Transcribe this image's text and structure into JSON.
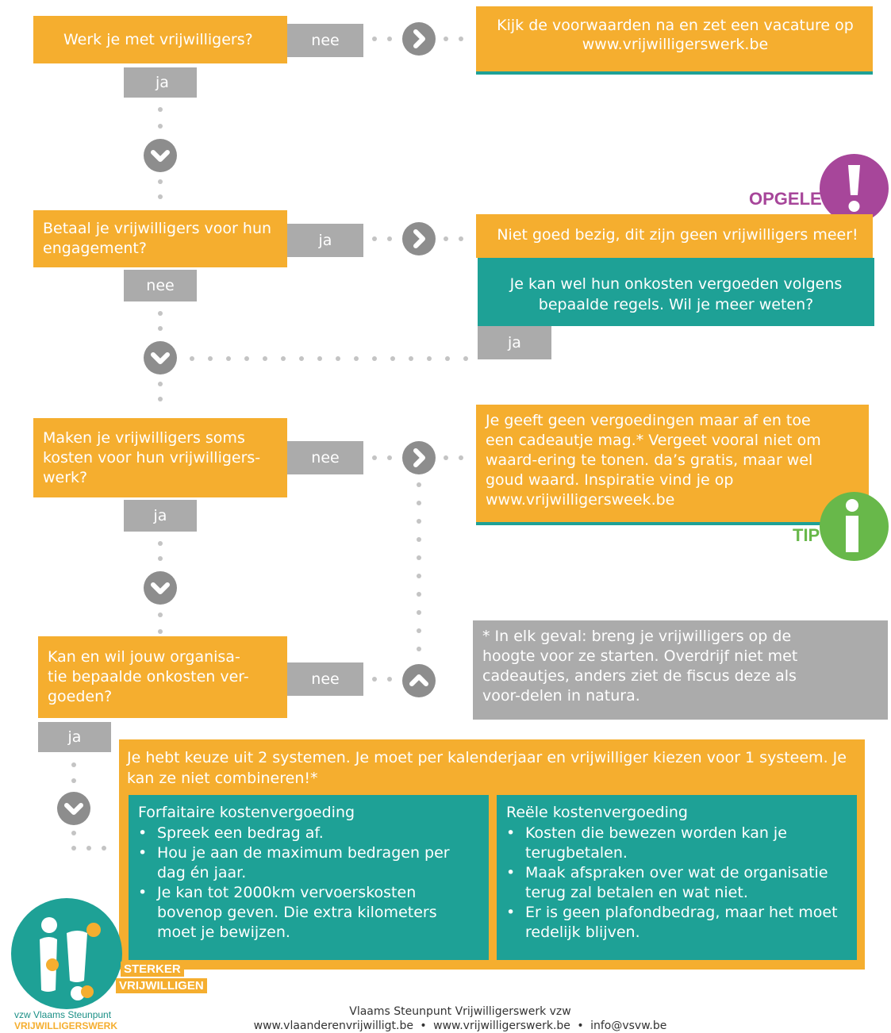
{
  "colors": {
    "orange": "#f5ae2f",
    "teal": "#1ea196",
    "grey": "#ababab",
    "purple": "#a7469a",
    "green": "#68b84a",
    "connector": "#8d8d8d"
  },
  "q1": {
    "text": "Werk je met vrijwilligers?",
    "no": "nee",
    "yes": "ja",
    "result": "Kijk de voorwaarden na en zet een vacature op www.vrijwilligerswerk.be"
  },
  "q2": {
    "text": "Betaal je vrijwilligers voor hun engagement?",
    "yes": "ja",
    "no": "nee",
    "warning_label": "OPGELET",
    "warning_icon": "exclamation-icon",
    "result": "Niet goed bezig, dit zijn geen vrijwilligers meer!",
    "followup": "Je kan wel hun onkosten vergoeden volgens bepaalde regels. Wil je meer weten?",
    "followup_yes": "ja"
  },
  "q3": {
    "text": "Maken je vrijwilligers soms kosten voor hun vrijwilligers-werk?",
    "no": "nee",
    "yes": "ja",
    "tip_label": "TIP",
    "tip_icon": "info-icon",
    "result": "Je geeft geen vergoedingen maar af en toe een cadeautje mag.* Vergeet vooral niet om waard-ering te tonen. da’s gratis, maar wel goud waard. Inspiratie vind je op www.vrijwilligersweek.be"
  },
  "q4": {
    "text": "Kan en wil jouw organisa-tie bepaalde onkosten ver-goeden?",
    "no": "nee",
    "yes": "ja"
  },
  "footnote": "* In elk geval: breng je vrijwilligers op de hoogte voor ze starten. Overdrijf niet met cadeautjes, anders ziet de fiscus deze als voor-delen in natura.",
  "systems": {
    "intro": "Je hebt keuze uit 2 systemen. Je moet per kalenderjaar en vrijwilliger kiezen voor 1 systeem. Je kan ze niet combineren!*",
    "left": {
      "title": "Forfaitaire kostenvergoeding",
      "items": [
        "Spreek een bedrag af.",
        "Hou je aan de maximum bedragen per dag én jaar.",
        "Je kan tot 2000km vervoerskosten bovenop geven. Die extra kilometers moet je bewijzen."
      ]
    },
    "right": {
      "title": "Reële kostenvergoeding",
      "items": [
        "Kosten die bewezen worden kan je terugbetalen.",
        "Maak afspraken over wat de organisatie terug zal betalen en wat niet.",
        "Er is geen plafondbedrag, maar het moet redelijk blijven."
      ]
    }
  },
  "logo": {
    "badge": [
      "STERKER",
      "VRIJWILLIGEN"
    ],
    "org1": "vzw Vlaams Steunpunt",
    "org2": "VRIJWILLIGERSWERK"
  },
  "footer": {
    "line1": "Vlaams Steunpunt Vrijwilligerswerk vzw",
    "links": [
      "www.vlaanderenvrijwilligt.be",
      "www.vrijwilligerswerk.be",
      "info@vsvw.be"
    ],
    "sep": "•"
  }
}
